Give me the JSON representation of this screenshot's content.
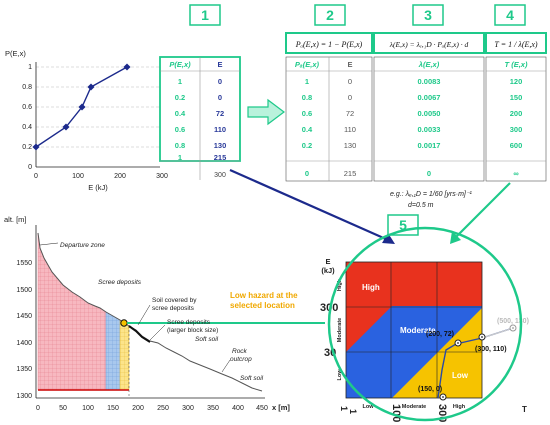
{
  "steps": [
    "1",
    "2",
    "3",
    "4",
    "5"
  ],
  "colors": {
    "accent": "#1ec98a",
    "curve": "#1c2a8c",
    "navy": "#2a3a9a"
  },
  "plot1": {
    "ylabel": "P(E,x)",
    "xlabel": "E (kJ)",
    "xticks": [
      "0",
      "100",
      "200",
      "300"
    ],
    "yticks": [
      "0",
      "0.2",
      "0.4",
      "0.6",
      "0.8",
      "1"
    ]
  },
  "table1": {
    "headers": [
      "P(E,x)",
      "E"
    ],
    "rows": [
      [
        "1",
        "0"
      ],
      [
        "0.2",
        "0"
      ],
      [
        "0.4",
        "72"
      ],
      [
        "0.6",
        "110"
      ],
      [
        "0.8",
        "130"
      ],
      [
        "1",
        "215"
      ]
    ]
  },
  "table2": {
    "formula": "Pₐ(E,x) = 1 − P(E,x)",
    "headers": [
      "Pₐ(E,x)",
      "E"
    ],
    "rows": [
      [
        "1",
        "0"
      ],
      [
        "0.8",
        "0"
      ],
      [
        "0.6",
        "72"
      ],
      [
        "0.4",
        "110"
      ],
      [
        "0.2",
        "130"
      ],
      [
        "0",
        "215"
      ]
    ]
  },
  "table3": {
    "formula": "λ(E,x) = λₑ,₁D · Pₐ(E,x) · d",
    "header": "λ(E,x)",
    "rows": [
      "0.0083",
      "0.0067",
      "0.0050",
      "0.0033",
      "0.0017",
      "0"
    ],
    "note1": "e.g.:  λₑ,₁D = 1/60 [yrs·m]⁻¹",
    "note2": "d=0.5 m"
  },
  "table4": {
    "formula": "T = 1 / λ(E,x)",
    "header": "T (E,x)",
    "rows": [
      "120",
      "150",
      "200",
      "300",
      "600",
      "∞"
    ]
  },
  "profile": {
    "ylabel": "alt. [m]",
    "xlabel": "x [m]",
    "yticks": [
      "1550",
      "1500",
      "1450",
      "1400",
      "1350",
      "1300"
    ],
    "xticks": [
      "0",
      "50",
      "100",
      "150",
      "200",
      "250",
      "300",
      "350",
      "400",
      "450"
    ],
    "labels": {
      "departure": "Departure zone",
      "scree": "Scree deposits",
      "covered1": "Soil covered by",
      "covered2": "scree deposits",
      "larger1": "Scree deposits",
      "larger2": "(larger block size)",
      "hazard1": "Low hazard at the",
      "hazard2": "selected location",
      "soft1": "Soft soil",
      "rock1": "Rock",
      "rock2": "outcrop",
      "soft2": "Soft soil"
    }
  },
  "matrix": {
    "ylabel1": "E",
    "ylabel2": "(kJ)",
    "xlabel": "T",
    "zones": {
      "high": "High",
      "moderate": "Moderate",
      "low": "Low"
    },
    "ylevels": [
      "High",
      "Moderate",
      "Low"
    ],
    "xlevels": [
      "Low",
      "Moderate",
      "High"
    ],
    "yticks": [
      "300",
      "30",
      "1"
    ],
    "xticks": [
      "1",
      "100",
      "300"
    ],
    "points": [
      "(500, 130)",
      "(200, 72)",
      "(300, 110)",
      "(150, 0)"
    ],
    "colors": {
      "high": "#e8321e",
      "moderate": "#2a62e0",
      "low": "#f6c300"
    }
  }
}
